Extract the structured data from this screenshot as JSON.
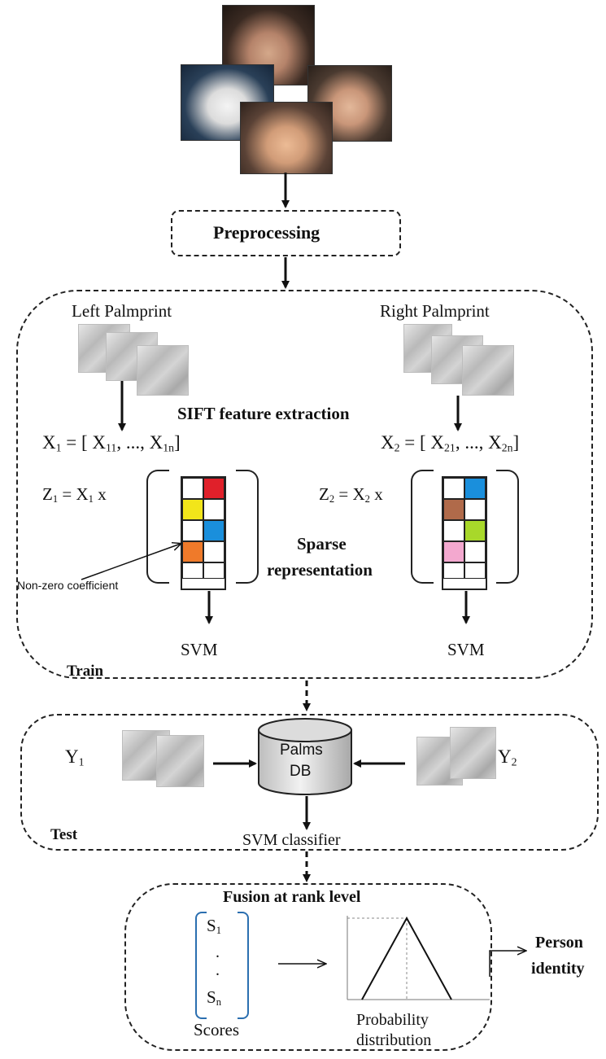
{
  "diagram": {
    "preprocessing_label": "Preprocessing",
    "train": {
      "label": "Train",
      "left_title": "Left Palmprint",
      "right_title": "Right Palmprint",
      "sift_label": "SIFT feature extraction",
      "x1_prefix": "X",
      "x1_sub": "1",
      "x1_rest": "= [ X",
      "x1_first_sub": "11",
      "x1_mid": ", ..., X",
      "x1_last_sub": "1n",
      "x1_end": "]",
      "x2_prefix": "X",
      "x2_sub": "2",
      "x2_rest": "= [ X",
      "x2_first_sub": "21",
      "x2_mid": ", ..., X",
      "x2_last_sub": "2n",
      "x2_end": "]",
      "z1_text": "Z",
      "z1_sub": "1",
      "z1_rest": " = X",
      "z1_sub2": "1",
      "z1_x": " x",
      "z2_text": "Z",
      "z2_sub": "2",
      "z2_rest": " = X",
      "z2_sub2": "2",
      "z2_x": " x",
      "sparse_line1": "Sparse",
      "sparse_line2": "representation",
      "nonzero_label": "Non-zero coefficient",
      "svm_left": "SVM",
      "svm_right": "SVM"
    },
    "test": {
      "label": "Test",
      "y1_text": "Y",
      "y1_sub": "1",
      "y2_text": "Y",
      "y2_sub": "2",
      "db_line1": "Palms",
      "db_line2": "DB",
      "classifier_label": "SVM classifier"
    },
    "fusion": {
      "title": "Fusion at rank level",
      "s1_text": "S",
      "s1_sub": "1",
      "dot1": ".",
      "dot2": ".",
      "sn_text": "S",
      "sn_sub": "n",
      "scores_label": "Scores",
      "prob_line1": "Probability",
      "prob_line2": "distribution"
    },
    "output": {
      "line1": "Person",
      "line2": "identity"
    },
    "colors": {
      "red": "#e0202a",
      "yellow": "#f2e51a",
      "blue": "#1a8fdc",
      "orange": "#ef7a2a",
      "brown": "#b06a4a",
      "lime": "#a8d82a",
      "pink": "#f3a8cf"
    },
    "left_matrix": [
      [
        "",
        "red"
      ],
      [
        "yellow",
        ""
      ],
      [
        "",
        "blue"
      ],
      [
        "orange",
        ""
      ],
      [
        "",
        ""
      ]
    ],
    "right_matrix": [
      [
        "",
        "blue"
      ],
      [
        "brown",
        ""
      ],
      [
        "",
        "lime"
      ],
      [
        "pink",
        ""
      ],
      [
        "",
        ""
      ]
    ]
  }
}
